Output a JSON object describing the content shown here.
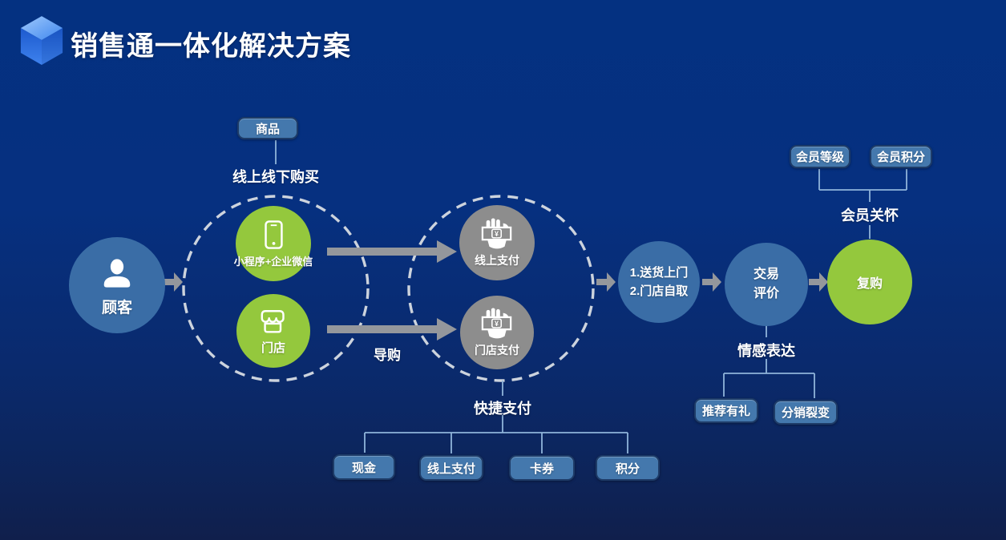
{
  "header": {
    "title": "销售通一体化解决方案",
    "logo_icon": "blue-3d-cube"
  },
  "flow": {
    "customer": {
      "label": "顾客",
      "icon": "person"
    },
    "purchase_channels": {
      "annotation_badge": "商品",
      "annotation": "线上线下购买",
      "mini_program": {
        "label": "小程序+企业微信",
        "icon": "smartphone"
      },
      "store": {
        "label": "门店",
        "icon": "storefront"
      }
    },
    "guide_label": "导购",
    "payment": {
      "online_pay": {
        "label": "线上支付",
        "icon": "hand-holding-cash"
      },
      "store_pay": {
        "label": "门店支付",
        "icon": "hand-holding-cash"
      },
      "currency_symbol": "¥"
    },
    "fulfillment": {
      "line1": "1.送货上门",
      "line2": "2.门店自取"
    },
    "review": {
      "line1": "交易",
      "line2": "评价"
    },
    "repurchase": {
      "label": "复购"
    }
  },
  "member": {
    "level_badge": "会员等级",
    "points_badge": "会员积分",
    "care_label": "会员关怀"
  },
  "emotion": {
    "label": "情感表达",
    "referral_badge": "推荐有礼",
    "distribution_badge": "分销裂变"
  },
  "quick_pay": {
    "label": "快捷支付",
    "options": [
      "现金",
      "线上支付",
      "卡券",
      "积分"
    ]
  },
  "colors": {
    "background_top": "#043181",
    "background_bottom": "#101f4c",
    "node_blue": "#3a6da6",
    "node_green": "#94c83d",
    "node_gray": "#8d8d8d",
    "badge_fill": "#4478ad",
    "badge_border": "#1e3c68",
    "connector": "#8fb4da",
    "arrow_gray": "#94979c",
    "dash_stroke": "#ccd3dd"
  }
}
